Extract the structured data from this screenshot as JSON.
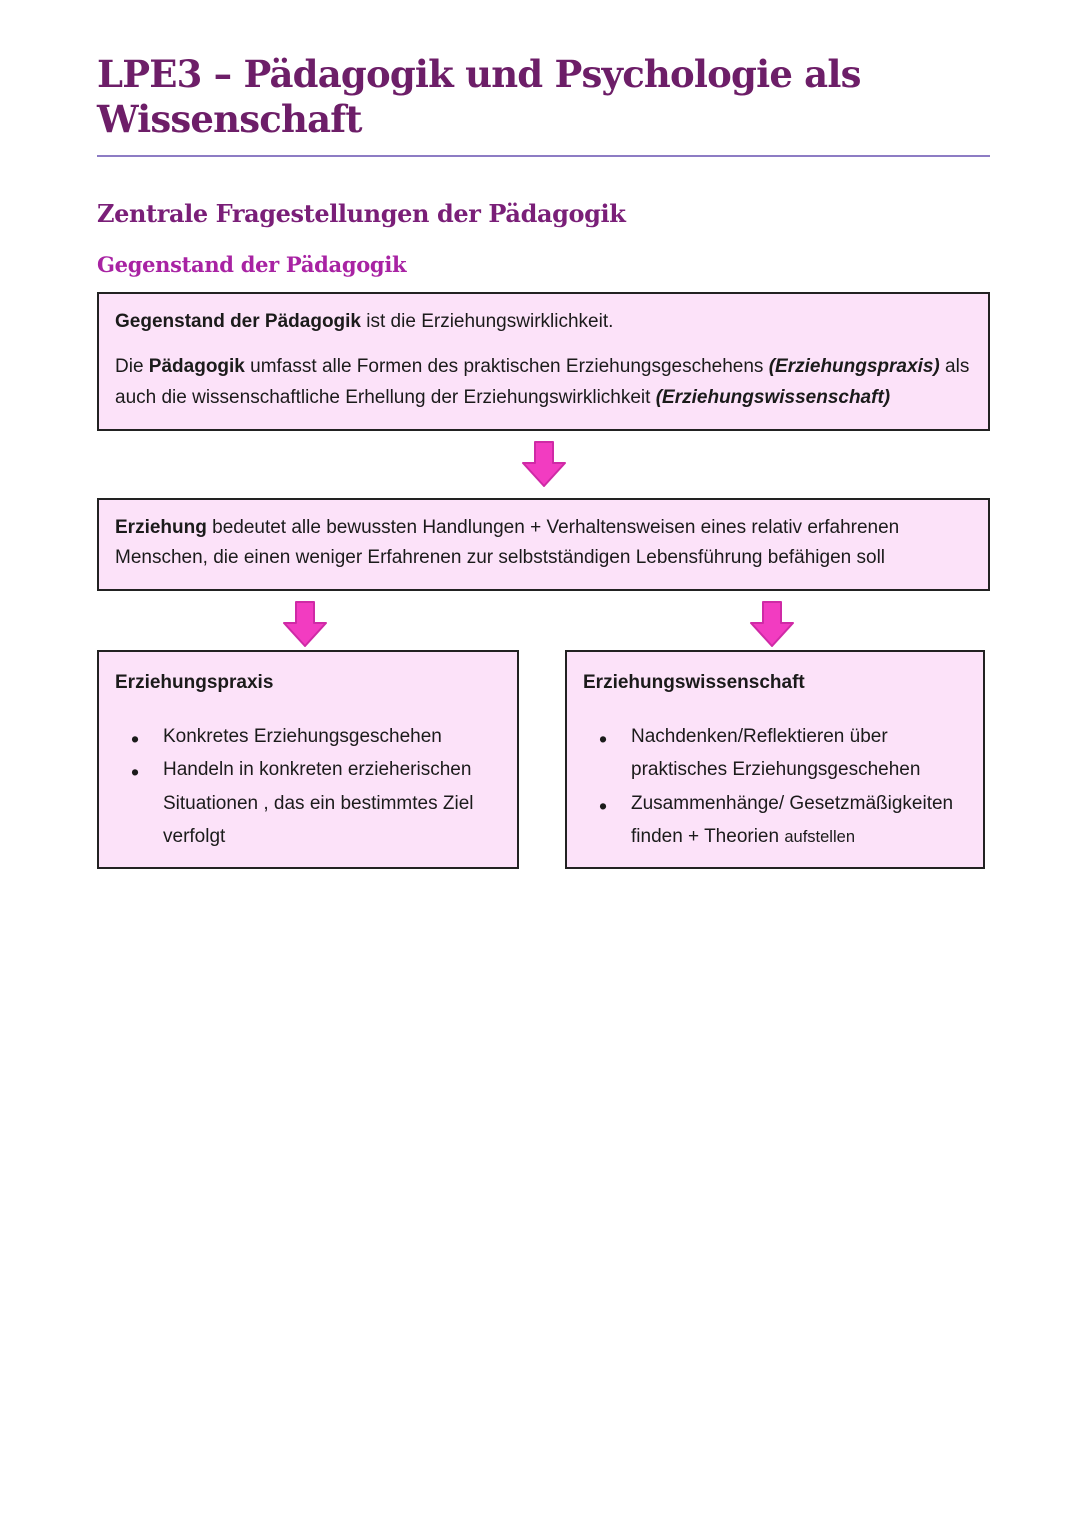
{
  "page": {
    "title": "LPE3 – Pädagogik und Psychologie als Wissenschaft",
    "section_heading": "Zentrale Fragestellungen der Pädagogik",
    "subsection_heading": "Gegenstand der Pädagogik"
  },
  "definition_box_1": {
    "p1_bold": "Gegenstand der Pädagogik",
    "p1_rest": " ist die Erziehungswirklichkeit.",
    "p2_start": "Die ",
    "p2_bold": "Pädagogik",
    "p2_mid": " umfasst alle Formen des praktischen Erziehungsgeschehens ",
    "p2_bolditalic_1": "(Erziehungspraxis)",
    "p2_mid2": " als auch die wissenschaftliche Erhellung der Erziehungswirklichkeit ",
    "p2_bolditalic_2": "(Erziehungswissenschaft)"
  },
  "definition_box_2": {
    "bold": "Erziehung",
    "rest": " bedeutet alle bewussten Handlungen + Verhaltensweisen eines relativ erfahrenen Menschen, die einen weniger Erfahrenen zur selbstständigen Lebensführung befähigen soll"
  },
  "left_box": {
    "heading": "Erziehungspraxis",
    "bullets": [
      "Konkretes Erziehungsgeschehen",
      "Handeln in konkreten erzieherischen Situationen , das ein bestimmtes Ziel verfolgt"
    ]
  },
  "right_box": {
    "heading": "Erziehungswissenschaft",
    "bullets": [
      {
        "text": "Nachdenken/Reflektieren über praktisches Erziehungsgeschehen",
        "small_suffix": ""
      },
      {
        "text": "Zusammenhänge/ Gesetzmäßigkeiten finden + Theorien ",
        "small_suffix": "aufstellen"
      }
    ]
  },
  "icons": {
    "flow_arrow": "block-down-arrow"
  },
  "colors": {
    "title_purple": "#6d1e68",
    "section_heading_purple": "#7a1f78",
    "subsection_magenta": "#a823a3",
    "title_rule_lavender": "#8d7cc4",
    "box_background_pink": "#fce2f9",
    "box_border": "#222222",
    "arrow_fill": "#f23cc1",
    "arrow_stroke": "#cf2aa6",
    "body_text": "#1b1b1b",
    "page_background": "#ffffff"
  }
}
